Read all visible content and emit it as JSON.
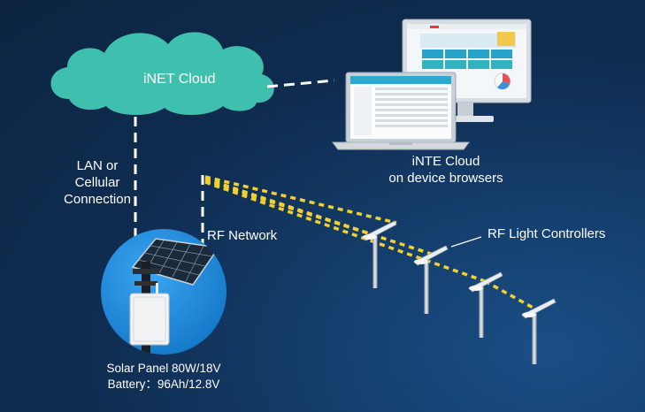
{
  "cloud": {
    "label": "iNET Cloud",
    "color": "#3fbfad"
  },
  "connection_labels": {
    "lan_line1": "LAN or",
    "lan_line2": "Cellular",
    "lan_line3": "Connection",
    "rf_network": "RF Network"
  },
  "browsers": {
    "line1": "iNTE Cloud",
    "line2": "on device browsers"
  },
  "controllers": {
    "label": "RF Light Controllers",
    "count": 4
  },
  "gateway": {
    "line1": "Solar Panel   80W/18V",
    "line2": "Battery：96Ah/12.8V",
    "circle_color": "#1e90e6"
  },
  "colors": {
    "rf_link": "#f2d12e",
    "dashed_link": "#ffffff",
    "background": "#0f2c50"
  }
}
